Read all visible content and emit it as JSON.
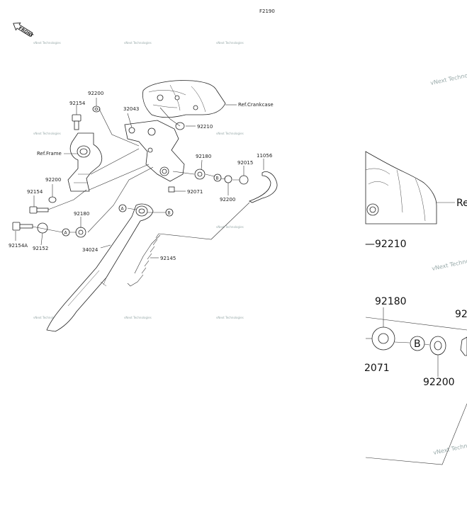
{
  "diagram_code": "F2190",
  "front_label": "FRONT",
  "watermark": "vNext Technologies",
  "refs": {
    "crankcase": "Ref.Crankcase",
    "frame": "Ref.Frame",
    "zoom_crankcase": "Re"
  },
  "callouts": {
    "a": "A",
    "b": "B"
  },
  "parts": {
    "p92200_top": "92200",
    "p92154_top": "92154",
    "p32043": "32043",
    "p92210": "92210",
    "p92180_mid": "92180",
    "p92015": "92015",
    "p11056": "11056",
    "p92200_mid_left": "92200",
    "p92154_mid": "92154",
    "p92071": "92071",
    "p92200_right": "92200",
    "p92180_low": "92180",
    "p92154a": "92154A",
    "p92152": "92152",
    "p34024": "34024",
    "p92145": "92145"
  },
  "zoom": {
    "p92210": "—92210",
    "p92180": "92180",
    "p92200": "92200",
    "p92071_fragment": "2071",
    "p92_fragment": "92",
    "callout_b": "B"
  }
}
